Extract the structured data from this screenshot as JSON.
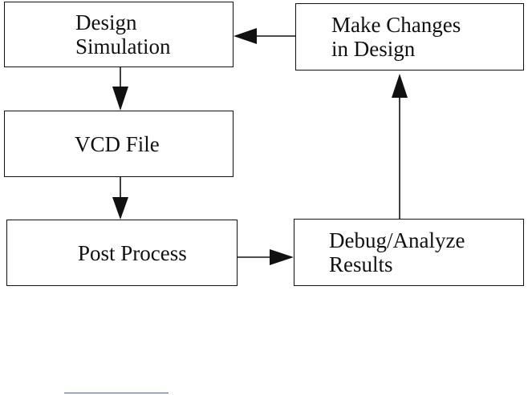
{
  "diagram": {
    "nodes": [
      {
        "id": "design-simulation",
        "label": "Design\nSimulation"
      },
      {
        "id": "make-changes",
        "label": "Make Changes\nin Design"
      },
      {
        "id": "vcd-file",
        "label": "VCD File"
      },
      {
        "id": "post-process",
        "label": "Post Process"
      },
      {
        "id": "debug-analyze",
        "label": "Debug/Analyze\nResults"
      }
    ],
    "edges": [
      {
        "from": "design-simulation",
        "to": "vcd-file"
      },
      {
        "from": "vcd-file",
        "to": "post-process"
      },
      {
        "from": "post-process",
        "to": "debug-analyze"
      },
      {
        "from": "debug-analyze",
        "to": "make-changes"
      },
      {
        "from": "make-changes",
        "to": "design-simulation"
      }
    ]
  },
  "colors": {
    "stroke": "#111111",
    "background": "#ffffff",
    "link_underline": "#3b5bdb"
  }
}
